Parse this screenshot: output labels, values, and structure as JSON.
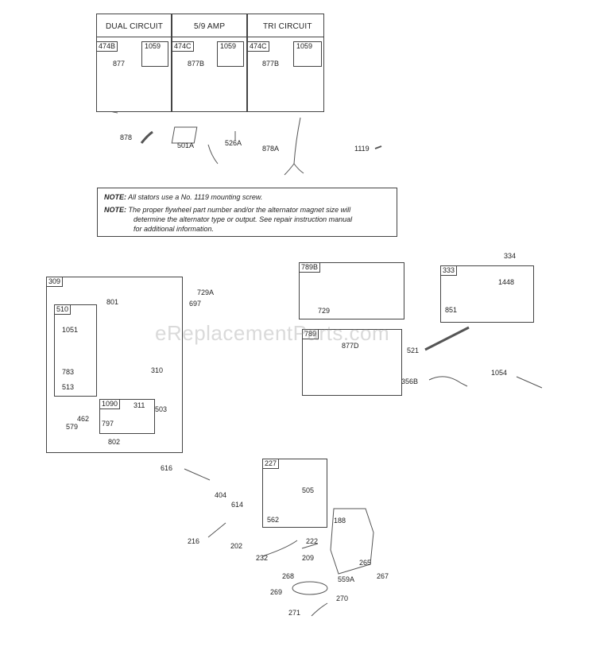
{
  "stator_panel": {
    "headers": [
      "DUAL CIRCUIT",
      "5/9 AMP",
      "TRI CIRCUIT"
    ],
    "tags": [
      "474B",
      "1059",
      "474C",
      "1059",
      "474C",
      "1059"
    ],
    "labels": [
      "877",
      "877B",
      "877B"
    ]
  },
  "notes": [
    {
      "prefix": "NOTE:",
      "text": "All stators use a No. 1119 mounting screw."
    },
    {
      "prefix": "NOTE:",
      "text": "The proper flywheel part number and/or the alternator magnet size will"
    },
    {
      "prefix": "",
      "text": "determine the alternator type or output. See repair instruction manual"
    },
    {
      "prefix": "",
      "text": "for additional information."
    }
  ],
  "box_tags": {
    "starter": "309",
    "brush": "510",
    "end": "1090",
    "harness_a": "789B",
    "harness_b": "789",
    "regulator": "333",
    "control": "227"
  },
  "part_labels": {
    "p878": "878",
    "p501a": "501A",
    "p526a": "526A",
    "p878a": "878A",
    "p1119": "1119",
    "p334": "334",
    "p1448": "1448",
    "p851": "851",
    "p729": "729",
    "p877d": "877D",
    "p521": "521",
    "p356b": "356B",
    "p1054": "1054",
    "p729a": "729A",
    "p697": "697",
    "p801": "801",
    "p1051": "1051",
    "p783": "783",
    "p513": "513",
    "p310": "310",
    "p311": "311",
    "p797": "797",
    "p503": "503",
    "p462": "462",
    "p579": "579",
    "p802": "802",
    "p616": "616",
    "p404": "404",
    "p614": "614",
    "p505": "505",
    "p562": "562",
    "p188": "188",
    "p216": "216",
    "p202": "202",
    "p222": "222",
    "p232": "232",
    "p209": "209",
    "p265": "265",
    "p267": "267",
    "p268": "268",
    "p559a": "559A",
    "p269": "269",
    "p270": "270",
    "p271": "271"
  },
  "watermark": "eReplacementParts.com"
}
